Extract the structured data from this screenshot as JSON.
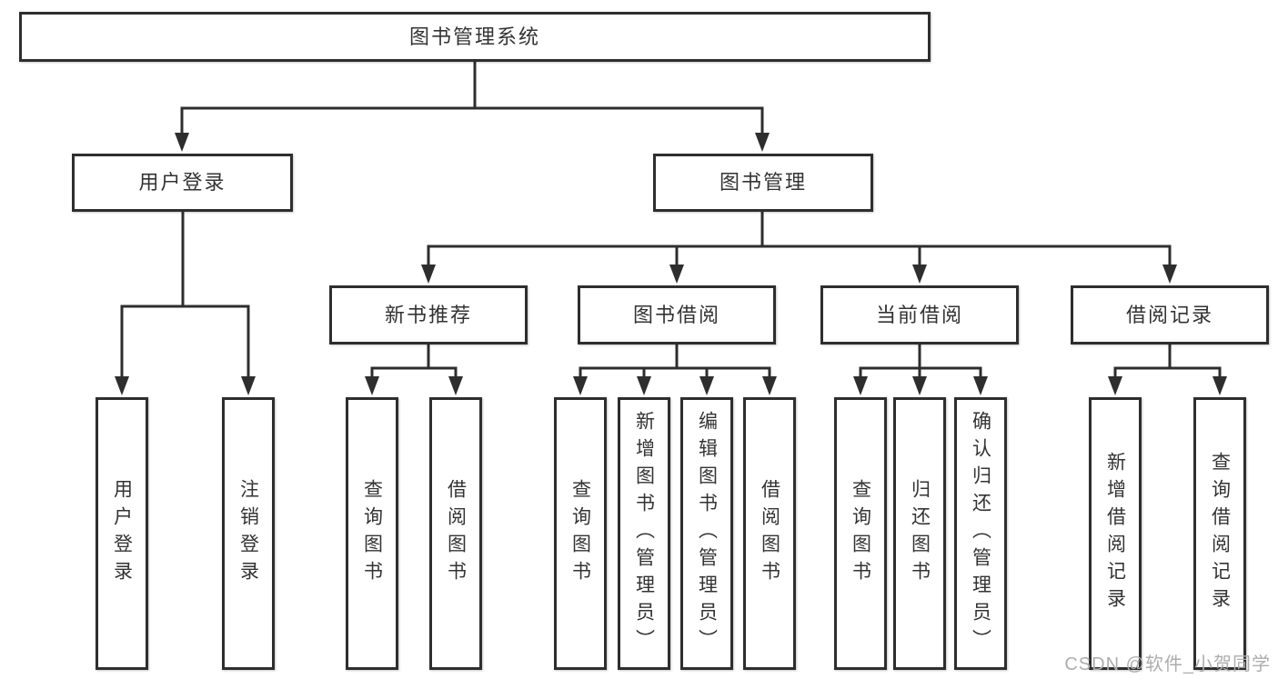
{
  "colors": {
    "border": "#2e2e2e",
    "text": "#333333",
    "background": "#ffffff",
    "watermark": "#adadad"
  },
  "root": {
    "label": "图书管理系统"
  },
  "level2": [
    {
      "label": "用户登录"
    },
    {
      "label": "图书管理"
    }
  ],
  "level3": [
    {
      "label": "新书推荐"
    },
    {
      "label": "图书借阅"
    },
    {
      "label": "当前借阅"
    },
    {
      "label": "借阅记录"
    }
  ],
  "leaves": {
    "user_login": [
      {
        "label": "用户登录"
      },
      {
        "label": "注销登录"
      }
    ],
    "new_book_rec": [
      {
        "label": "查询图书"
      },
      {
        "label": "借阅图书"
      }
    ],
    "book_borrow": [
      {
        "label": "查询图书"
      },
      {
        "label": "新增图书（管理员）"
      },
      {
        "label": "编辑图书（管理员）"
      },
      {
        "label": "借阅图书"
      }
    ],
    "current_borrow": [
      {
        "label": "查询图书"
      },
      {
        "label": "归还图书"
      },
      {
        "label": "确认归还（管理员）"
      }
    ],
    "borrow_record": [
      {
        "label": "新增借阅记录"
      },
      {
        "label": "查询借阅记录"
      }
    ]
  },
  "watermark": {
    "text": "CSDN @软件_小贺同学"
  }
}
